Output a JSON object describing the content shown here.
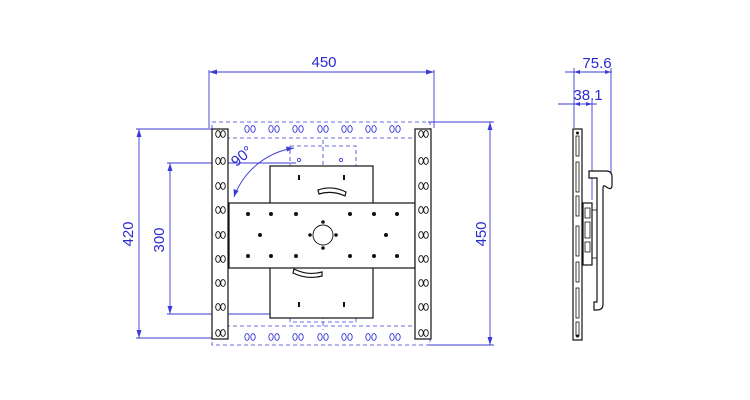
{
  "dimensions": {
    "overall_width": "450",
    "height_outer": "420",
    "height_inner": "300",
    "overall_height": "450",
    "tilt_angle": "90°",
    "side_depth_max": "75.6",
    "side_depth_min": "38.1"
  },
  "colors": {
    "dimension": "#3b3bd6",
    "part_outline": "#111111"
  }
}
